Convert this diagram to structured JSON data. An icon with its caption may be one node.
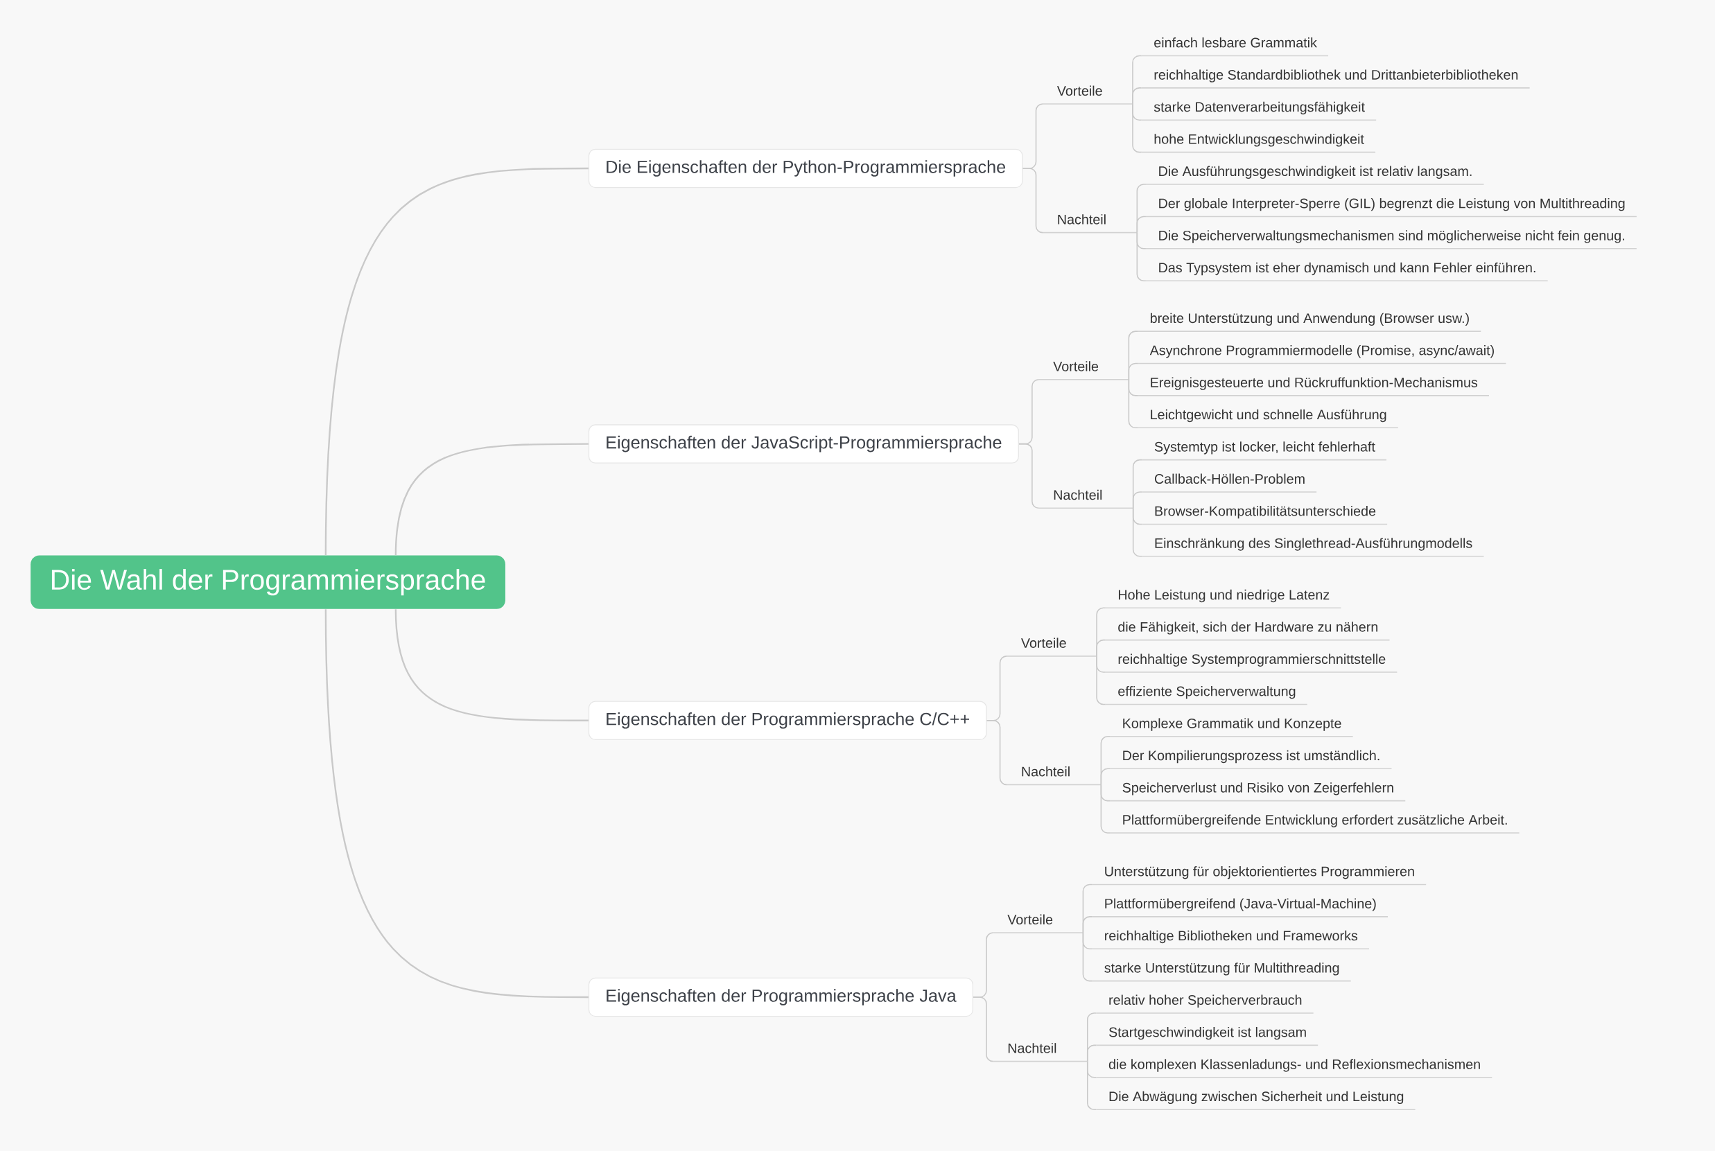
{
  "diagram": {
    "nodes": [
      {
        "text": [
          "Die Wahl der Programmiersprache"
        ]
      },
      {
        "text": [
          "Die Eigenschaften der Python-Programmiersprache"
        ]
      },
      {
        "text": [
          "Vorteile"
        ]
      },
      {
        "text": [
          "einfach lesbare Grammatik"
        ]
      },
      {
        "text": [
          "reichhaltige Standardbibliothek und Drittanbieterbibliotheken"
        ]
      },
      {
        "text": [
          "starke Datenverarbeitungsfähigkeit"
        ]
      },
      {
        "text": [
          "hohe Entwicklungsgeschwindigkeit"
        ]
      },
      {
        "text": [
          "Nachteil"
        ]
      },
      {
        "text": [
          "Die Ausführungsgeschwindigkeit ist relativ langsam."
        ]
      },
      {
        "text": [
          "Der globale Interpreter-Sperre (GIL) begrenzt die Leistung von Multithreading"
        ]
      },
      {
        "text": [
          "Die Speicherverwaltungsmechanismen sind möglicherweise nicht fein genug."
        ]
      },
      {
        "text": [
          "Das Typsystem ist eher dynamisch und kann Fehler einführen."
        ]
      },
      {
        "text": [
          "Eigenschaften der JavaScript-Programmiersprache"
        ]
      },
      {
        "text": [
          "Vorteile"
        ]
      },
      {
        "text": [
          "breite Unterstützung und Anwendung (Browser usw.)"
        ]
      },
      {
        "text": [
          "Asynchrone Programmiermodelle (Promise, async/await)"
        ]
      },
      {
        "text": [
          "Ereignisgesteuerte und Rückruffunktion-Mechanismus"
        ]
      },
      {
        "text": [
          "Leichtgewicht und schnelle Ausführung"
        ]
      },
      {
        "text": [
          "Nachteil"
        ]
      },
      {
        "text": [
          "Systemtyp ist locker, leicht fehlerhaft"
        ]
      },
      {
        "text": [
          "Callback-Höllen-Problem"
        ]
      },
      {
        "text": [
          "Browser-Kompatibilitätsunterschiede"
        ]
      },
      {
        "text": [
          "Einschränkung des Singlethread-Ausführungmodells"
        ]
      },
      {
        "text": [
          "Eigenschaften der Programmiersprache C/C++"
        ]
      },
      {
        "text": [
          "Vorteile"
        ]
      },
      {
        "text": [
          "Hohe Leistung und niedrige Latenz"
        ]
      },
      {
        "text": [
          "die Fähigkeit, sich der Hardware zu nähern"
        ]
      },
      {
        "text": [
          "reichhaltige Systemprogrammierschnittstelle"
        ]
      },
      {
        "text": [
          "effiziente Speicherverwaltung"
        ]
      },
      {
        "text": [
          "Nachteil"
        ]
      },
      {
        "text": [
          "Komplexe Grammatik und Konzepte"
        ]
      },
      {
        "text": [
          "Der Kompilierungsprozess ist umständlich."
        ]
      },
      {
        "text": [
          "Speicherverlust und Risiko von Zeigerfehlern"
        ]
      },
      {
        "text": [
          "Plattformübergreifende Entwicklung erfordert zusätzliche Arbeit."
        ]
      },
      {
        "text": [
          "Eigenschaften der Programmiersprache Java"
        ]
      },
      {
        "text": [
          "Vorteile"
        ]
      },
      {
        "text": [
          "Unterstützung für objektorientiertes Programmieren"
        ]
      },
      {
        "text": [
          "Plattformübergreifend (Java-Virtual-Machine)"
        ]
      },
      {
        "text": [
          "reichhaltige Bibliotheken und Frameworks"
        ]
      },
      {
        "text": [
          "starke Unterstützung für Multithreading"
        ]
      },
      {
        "text": [
          "Nachteil"
        ]
      },
      {
        "text": [
          "relativ hoher Speicherverbrauch"
        ]
      },
      {
        "text": [
          "Startgeschwindigkeit ist langsam"
        ]
      },
      {
        "text": [
          "die komplexen Klassenladungs- und Reflexionsmechanismen"
        ]
      },
      {
        "text": [
          "Die Abwägung zwischen Sicherheit und Leistung"
        ]
      }
    ],
    "edges": [
      {
        "from": 0,
        "to": 1,
        "arrow": "none"
      },
      {
        "from": 1,
        "to": 2,
        "arrow": "none"
      },
      {
        "from": 2,
        "to": 3,
        "arrow": "none"
      },
      {
        "from": 2,
        "to": 4,
        "arrow": "none"
      },
      {
        "from": 2,
        "to": 5,
        "arrow": "none"
      },
      {
        "from": 2,
        "to": 6,
        "arrow": "none"
      },
      {
        "from": 1,
        "to": 7,
        "arrow": "none"
      },
      {
        "from": 7,
        "to": 8,
        "arrow": "none"
      },
      {
        "from": 7,
        "to": 9,
        "arrow": "none"
      },
      {
        "from": 7,
        "to": 10,
        "arrow": "none"
      },
      {
        "from": 7,
        "to": 11,
        "arrow": "none"
      },
      {
        "from": 0,
        "to": 12,
        "arrow": "none"
      },
      {
        "from": 12,
        "to": 13,
        "arrow": "none"
      },
      {
        "from": 13,
        "to": 14,
        "arrow": "none"
      },
      {
        "from": 13,
        "to": 15,
        "arrow": "none"
      },
      {
        "from": 13,
        "to": 16,
        "arrow": "none"
      },
      {
        "from": 13,
        "to": 17,
        "arrow": "none"
      },
      {
        "from": 12,
        "to": 18,
        "arrow": "none"
      },
      {
        "from": 18,
        "to": 19,
        "arrow": "none"
      },
      {
        "from": 18,
        "to": 20,
        "arrow": "none"
      },
      {
        "from": 18,
        "to": 21,
        "arrow": "none"
      },
      {
        "from": 18,
        "to": 22,
        "arrow": "none"
      },
      {
        "from": 0,
        "to": 23,
        "arrow": "none"
      },
      {
        "from": 23,
        "to": 24,
        "arrow": "none"
      },
      {
        "from": 24,
        "to": 25,
        "arrow": "none"
      },
      {
        "from": 24,
        "to": 26,
        "arrow": "none"
      },
      {
        "from": 24,
        "to": 27,
        "arrow": "none"
      },
      {
        "from": 24,
        "to": 28,
        "arrow": "none"
      },
      {
        "from": 23,
        "to": 29,
        "arrow": "none"
      },
      {
        "from": 29,
        "to": 30,
        "arrow": "none"
      },
      {
        "from": 29,
        "to": 31,
        "arrow": "none"
      },
      {
        "from": 29,
        "to": 32,
        "arrow": "none"
      },
      {
        "from": 29,
        "to": 33,
        "arrow": "none"
      },
      {
        "from": 0,
        "to": 34,
        "arrow": "none"
      },
      {
        "from": 34,
        "to": 35,
        "arrow": "none"
      },
      {
        "from": 35,
        "to": 36,
        "arrow": "none"
      },
      {
        "from": 35,
        "to": 37,
        "arrow": "none"
      },
      {
        "from": 35,
        "to": 38,
        "arrow": "none"
      },
      {
        "from": 35,
        "to": 39,
        "arrow": "none"
      },
      {
        "from": 34,
        "to": 40,
        "arrow": "none"
      },
      {
        "from": 40,
        "to": 41,
        "arrow": "none"
      },
      {
        "from": 40,
        "to": 42,
        "arrow": "none"
      },
      {
        "from": 40,
        "to": 43,
        "arrow": "none"
      },
      {
        "from": 40,
        "to": 44,
        "arrow": "none"
      }
    ]
  }
}
